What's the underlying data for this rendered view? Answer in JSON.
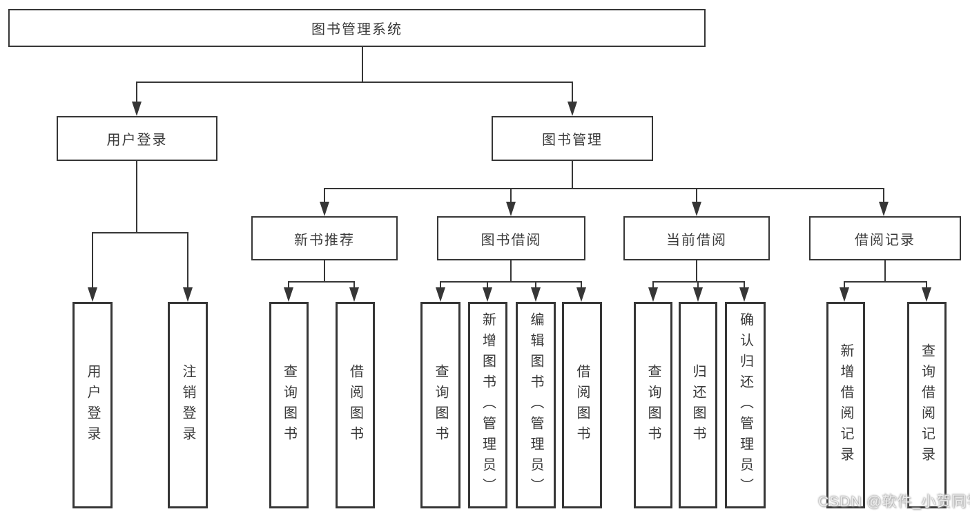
{
  "diagram": {
    "title": "图书管理系统",
    "level2": {
      "user_login": "用户登录",
      "book_mgmt": "图书管理"
    },
    "level3": {
      "new_books": "新书推荐",
      "book_borrow": "图书借阅",
      "current_borrow": "当前借阅",
      "borrow_records": "借阅记录"
    },
    "leaves": {
      "ul_login": "用户登录",
      "ul_logout": "注销登录",
      "nb_query": "查询图书",
      "nb_borrow": "借阅图书",
      "bb_query": "查询图书",
      "bb_add": "新增图书（管理员）",
      "bb_edit": "编辑图书（管理员）",
      "bb_borrow": "借阅图书",
      "cb_query": "查询图书",
      "cb_return": "归还图书",
      "cb_confirm": "确认归还（管理员）",
      "br_add": "新增借阅记录",
      "br_query": "查询借阅记录"
    }
  },
  "watermark": "CSDN @软件_小贺同学",
  "colors": {
    "line": "#363636",
    "text": "#3a3a3a",
    "background": "#ffffff"
  }
}
